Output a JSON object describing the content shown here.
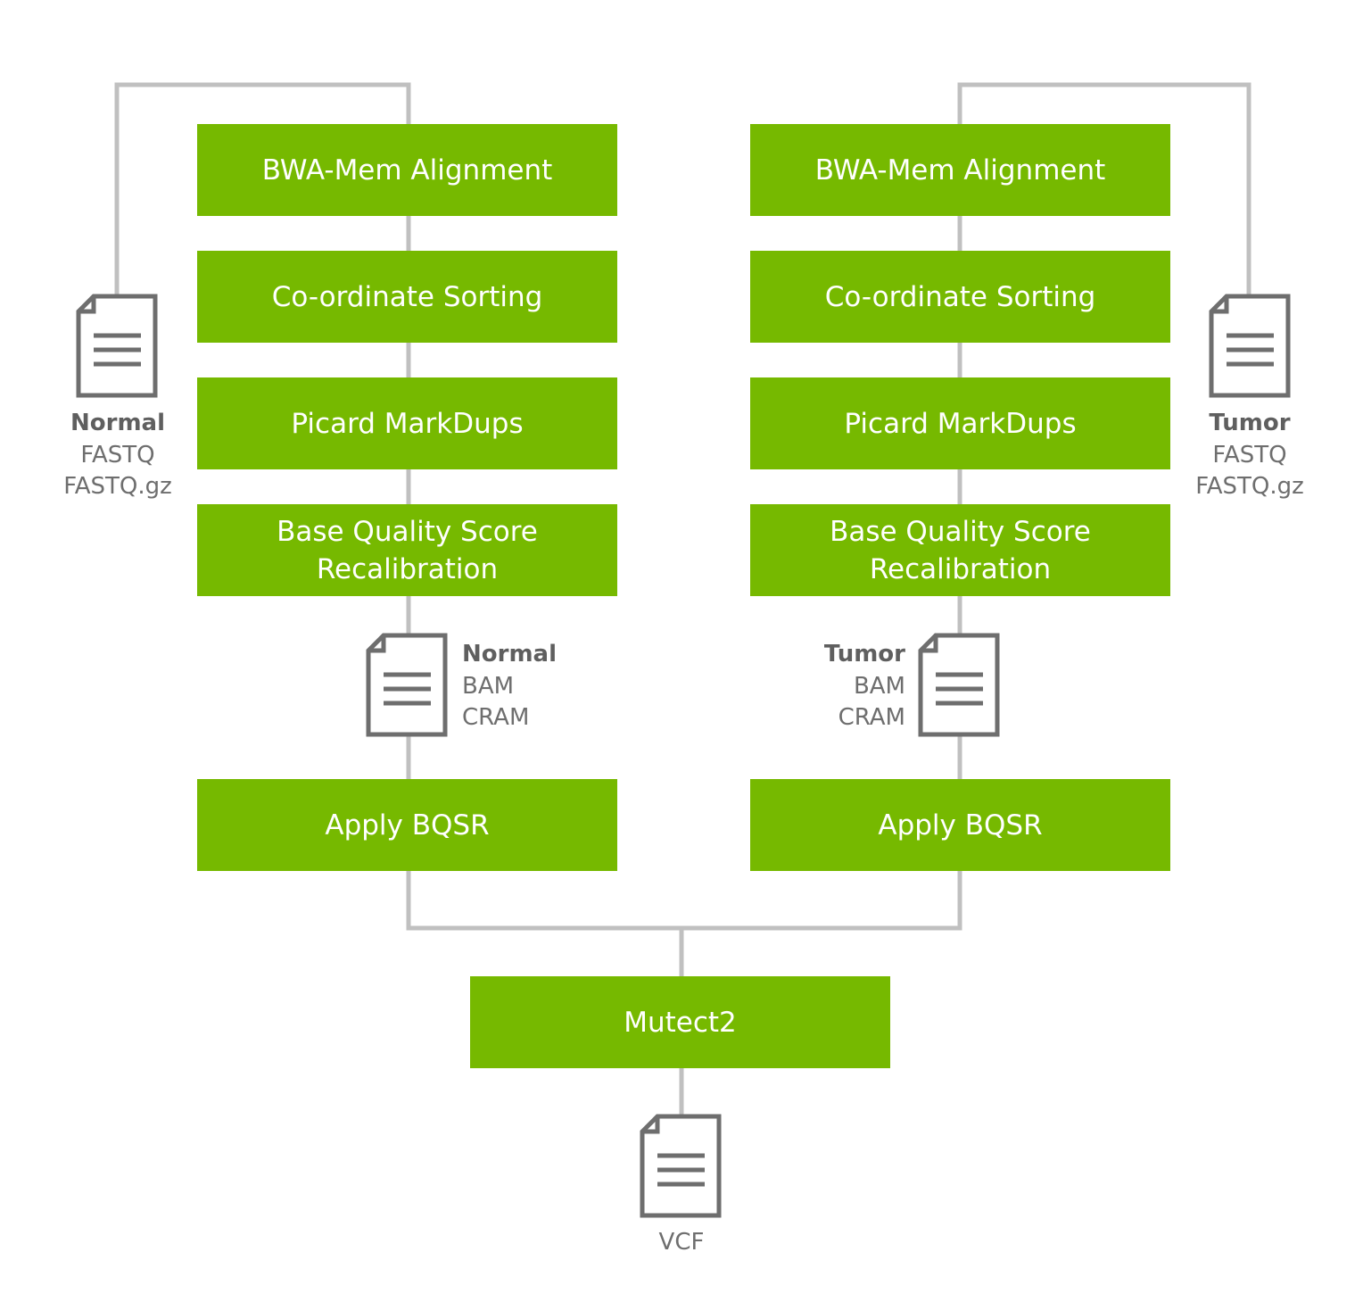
{
  "colors": {
    "step_fill": "#76b900",
    "step_text": "#ffffff",
    "connector": "#c0c0c0",
    "icon_stroke": "#6e6e6e",
    "label_text": "#6e6e6e"
  },
  "normal_pipeline": {
    "steps": [
      "BWA-Mem Alignment",
      "Co-ordinate Sorting",
      "Picard MarkDups",
      "Base Quality Score\nRecalibration",
      "Apply BQSR"
    ],
    "input_file": {
      "title": "Normal",
      "formats": [
        "FASTQ",
        "FASTQ.gz"
      ],
      "icon": "document-icon"
    },
    "output_file": {
      "title": "Normal",
      "formats": [
        "BAM",
        "CRAM"
      ],
      "icon": "document-icon"
    }
  },
  "tumor_pipeline": {
    "steps": [
      "BWA-Mem Alignment",
      "Co-ordinate Sorting",
      "Picard MarkDups",
      "Base Quality Score\nRecalibration",
      "Apply BQSR"
    ],
    "input_file": {
      "title": "Tumor",
      "formats": [
        "FASTQ",
        "FASTQ.gz"
      ],
      "icon": "document-icon"
    },
    "output_file": {
      "title": "Tumor",
      "formats": [
        "BAM",
        "CRAM"
      ],
      "icon": "document-icon"
    }
  },
  "merge_step": "Mutect2",
  "final_output": {
    "label": "VCF",
    "icon": "document-icon"
  }
}
